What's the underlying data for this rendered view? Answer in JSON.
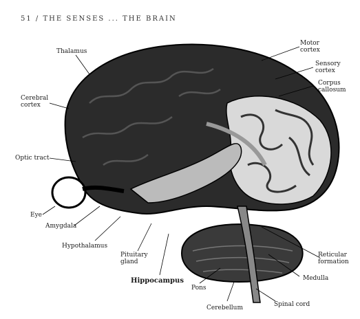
{
  "header": "51 / THE SENSES ... THE BRAIN",
  "labels": {
    "thalamus": "Thalamus",
    "cerebral_cortex": "Cerebral\ncortex",
    "optic_tract": "Optic tract",
    "eye": "Eye",
    "amygdala": "Amygdala",
    "hypothalamus": "Hypothalamus",
    "pituitary_gland": "Pituitary\ngland",
    "hippocampus": "Hippocampus",
    "pons": "Pons",
    "cerebellum": "Cerebellum",
    "spinal_cord": "Spinal cord",
    "medulla": "Medulla",
    "reticular_formation": "Reticular\nformation",
    "motor_cortex": "Motor\ncortex",
    "sensory_cortex": "Sensory\ncortex",
    "corpus_callosum": "Corpus\ncallosum"
  }
}
